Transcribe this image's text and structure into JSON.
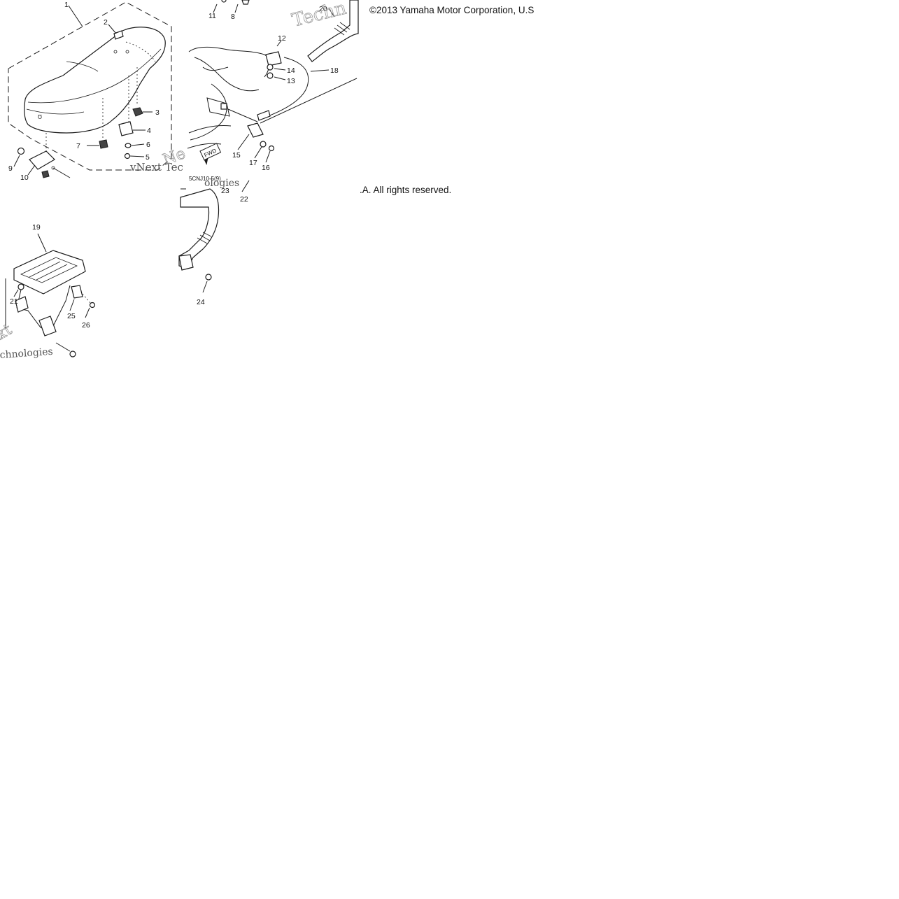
{
  "copyright": {
    "line1": "©2013 Yamaha Motor Corporation, U.S",
    "line2": ".A. All rights reserved."
  },
  "diagram_code": "5CNJ10-5(9)",
  "fwd_label": "FWD",
  "callouts": {
    "c1": "1",
    "c2": "2",
    "c3": "3",
    "c4": "4",
    "c5": "5",
    "c6": "6",
    "c7": "7",
    "c8": "8",
    "c9": "9",
    "c10": "10",
    "c11": "11",
    "c12": "12",
    "c13": "13",
    "c14": "14",
    "c15": "15",
    "c16": "16",
    "c17": "17",
    "c18": "18",
    "c19": "19",
    "c20": "20",
    "c21": "21",
    "c22": "22",
    "c23": "23",
    "c24": "24",
    "c25": "25",
    "c26": "26"
  },
  "watermarks": {
    "w1": "Techn",
    "w2": "vNext Tec",
    "w3": "ologies",
    "w4": "xt",
    "w5": "chnologies",
    "w6": "Ne"
  }
}
